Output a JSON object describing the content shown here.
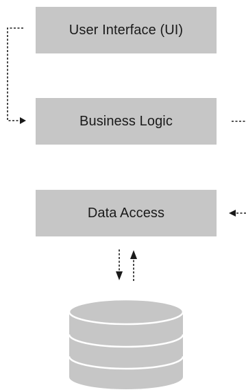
{
  "diagram": {
    "layers": [
      {
        "id": "ui",
        "label": "User Interface (UI)"
      },
      {
        "id": "business",
        "label": "Business Logic"
      },
      {
        "id": "data",
        "label": "Data Access"
      }
    ],
    "database": {
      "icon": "database-cylinder-icon",
      "stack_levels": 3
    },
    "colors": {
      "box_fill": "#c6c6c6",
      "line": "#1a1a1a",
      "db_fill": "#c6c6c6",
      "db_stroke": "#ffffff",
      "background": "#ffffff"
    }
  }
}
